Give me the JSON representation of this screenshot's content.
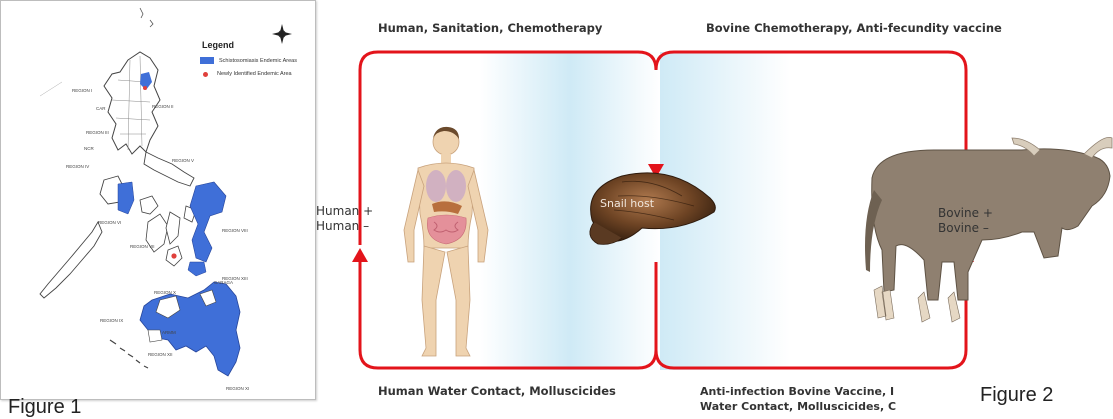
{
  "figure1": {
    "caption": "Figure 1",
    "legend": {
      "title": "Legend",
      "items": [
        {
          "label": "Schistosomiasis Endemic Areas",
          "color": "#3f6fd8"
        },
        {
          "label": "Newly Identified Endemic Area",
          "color": "#e0403c"
        }
      ]
    },
    "region_labels": [
      "REGION I",
      "REGION II",
      "CAR",
      "REGION III",
      "REGION IV",
      "NCR",
      "REGION V",
      "REGION VI",
      "REGION VII",
      "REGION VIII",
      "REGION IX",
      "REGION X",
      "REGION XI",
      "REGION XII",
      "ARMM",
      "CARAGA",
      "REGION XIII"
    ]
  },
  "figure2": {
    "caption": "Figure 2",
    "top_left_label": "Human, Sanitation, Chemotherapy",
    "top_right_label": "Bovine Chemotherapy, Anti-fecundity vaccine",
    "bottom_left_label": "Human Water Contact, Molluscicides",
    "bottom_right_line1": "Anti-infection Bovine Vaccine, I",
    "bottom_right_line2": "Water Contact, Molluscicides, C",
    "human_line1": "Human +",
    "human_line2": "Human –",
    "snail_label": "Snail host",
    "bovine_line1": "Bovine +",
    "bovine_line2": "Bovine –",
    "colors": {
      "arrow": "#e3141b",
      "band": "#cfeaf6"
    }
  }
}
